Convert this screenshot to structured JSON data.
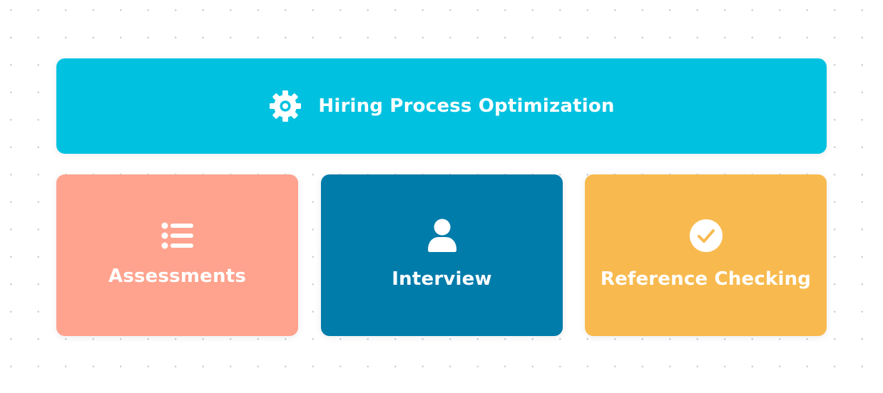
{
  "header": {
    "title": "Hiring Process Optimization",
    "icon": "gear-icon",
    "color": "#00C2E0"
  },
  "cards": [
    {
      "label": "Assessments",
      "icon": "list-icon",
      "color": "#FFA38F"
    },
    {
      "label": "Interview",
      "icon": "user-icon",
      "color": "#007CAB"
    },
    {
      "label": "Reference Checking",
      "icon": "check-circle-icon",
      "color": "#F8BA4F"
    }
  ]
}
